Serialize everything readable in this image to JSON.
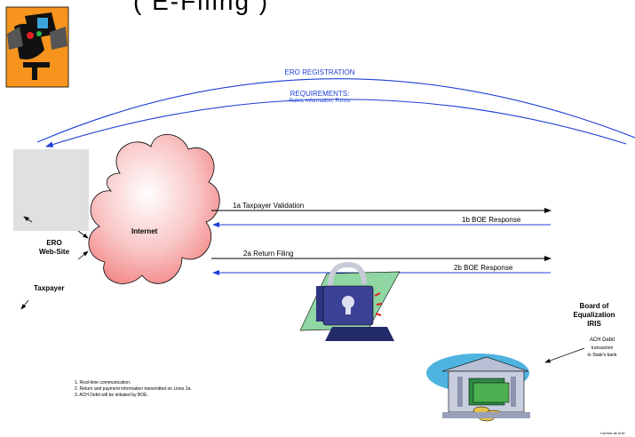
{
  "top_text": "(   E-Filing   )",
  "arcs": {
    "registration": "ERO REGISTRATION",
    "requirements_title": "REQUIREMENTS:",
    "requirements_sub": "Rules, Information, Forms"
  },
  "internet_label": "Internet",
  "ero_site": {
    "line1": "ERO",
    "line2": "Web-Site"
  },
  "taxpayer_label": "Taxpayer",
  "flows": {
    "f1a": "1a Taxpayer Validation",
    "f1b": "1b BOE Response",
    "f2a": "2a Return Filing",
    "f2b": "2b BOE Response"
  },
  "board": {
    "line1": "Board of",
    "line2": "Equalization",
    "line3": "IRIS"
  },
  "ach": {
    "line1": "ACH Debit",
    "line2": "transaction",
    "line3": "to State's bank"
  },
  "notes": [
    "1.  Real-time communication.",
    "2.  Return and payment information transmitted on Lines 2a.",
    "3.  ACH Debit will be initiated by BOE."
  ],
  "footer": "Current as of 8/",
  "colors": {
    "flow_blue": "#1f3fd6",
    "cloud_pink": "#f4a0a0",
    "site_gray": "#e0e0e0",
    "clipart_bg": "#f7941d"
  },
  "icons": [
    "computer-user-clipart",
    "internet-cloud",
    "secure-computer-lock-icon",
    "bank-money-icon"
  ]
}
